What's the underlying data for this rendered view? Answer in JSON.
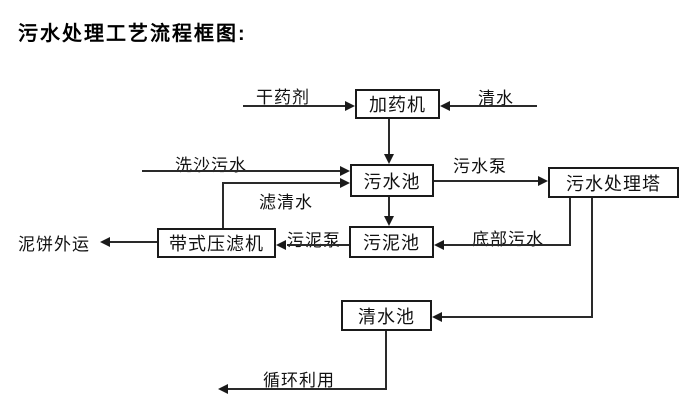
{
  "title": "污水处理工艺流程框图:",
  "nodes": {
    "dosing_machine": {
      "label": "加药机"
    },
    "sewage_pool": {
      "label": "污水池"
    },
    "treatment_tower": {
      "label": "污水处理塔"
    },
    "sludge_pool": {
      "label": "污泥池"
    },
    "belt_filter_press": {
      "label": "带式压滤机"
    },
    "clean_water_pool": {
      "label": "清水池"
    }
  },
  "edge_labels": {
    "dry_chemical": "干药剂",
    "clean_water": "清水",
    "sand_washing_sewage": "洗沙污水",
    "sewage_pump": "污水泵",
    "filtered_water": "滤清水",
    "sludge_pump": "污泥泵",
    "bottom_sewage": "底部污水",
    "mud_cake_transport": "泥饼外运",
    "recycle_use": "循环利用"
  },
  "colors": {
    "background": "#ffffff",
    "line": "#2a2a2a",
    "text": "#000000"
  }
}
